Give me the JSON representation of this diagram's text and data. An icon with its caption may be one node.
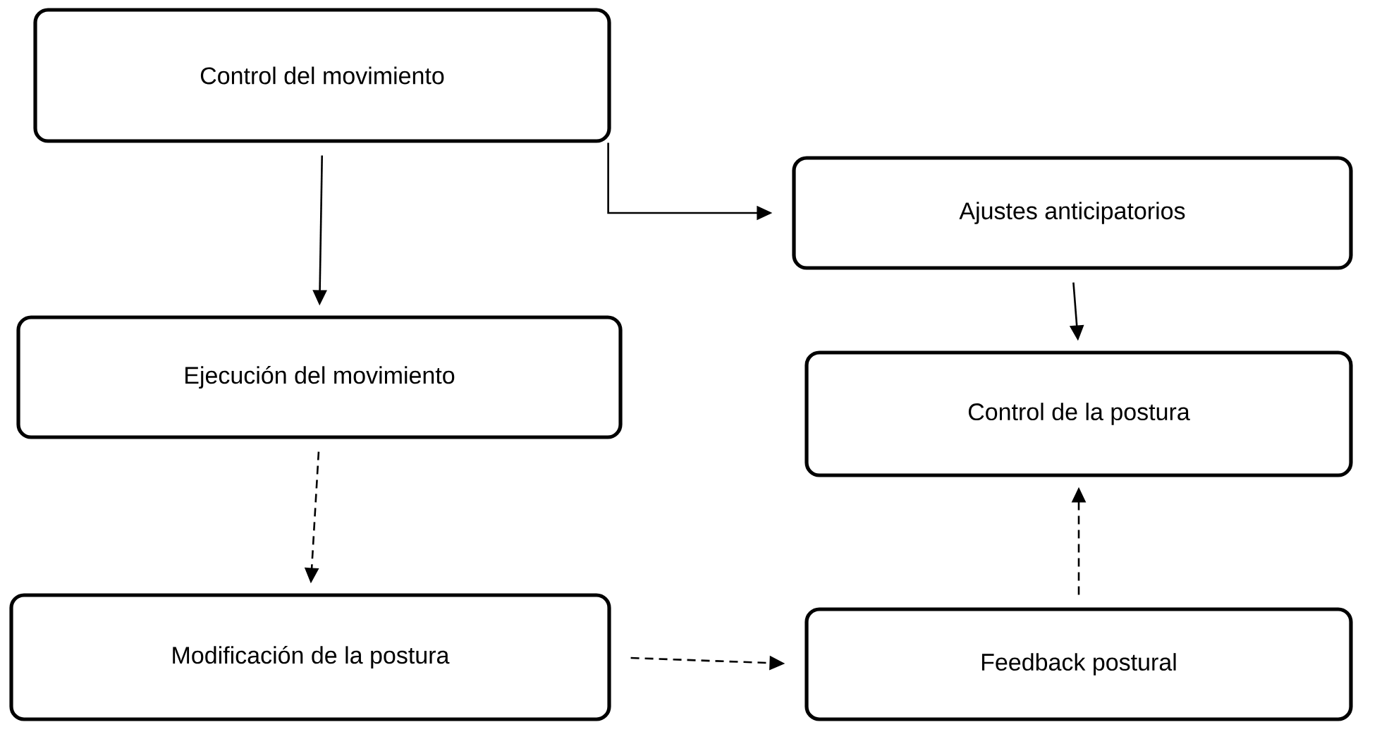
{
  "diagram": {
    "nodes": [
      {
        "text": [
          "Control del movimiento"
        ]
      },
      {
        "text": [
          "Ajustes anticipatorios"
        ]
      },
      {
        "text": [
          "Ejecución del movimiento"
        ]
      },
      {
        "text": [
          "Control de la postura"
        ]
      },
      {
        "text": [
          "Modificación de la postura"
        ]
      },
      {
        "text": [
          "Feedback postural"
        ]
      }
    ],
    "edges": [
      {
        "from": 0,
        "to": 2,
        "arrow": "to"
      },
      {
        "from": 0,
        "to": 1,
        "arrow": "to"
      },
      {
        "from": 1,
        "to": 3,
        "arrow": "to"
      },
      {
        "from": 2,
        "to": 4,
        "arrow": "to",
        "style": "dashed"
      },
      {
        "from": 4,
        "to": 5,
        "arrow": "to",
        "style": "dashed"
      },
      {
        "from": 5,
        "to": 3,
        "arrow": "to",
        "style": "dashed"
      }
    ]
  }
}
